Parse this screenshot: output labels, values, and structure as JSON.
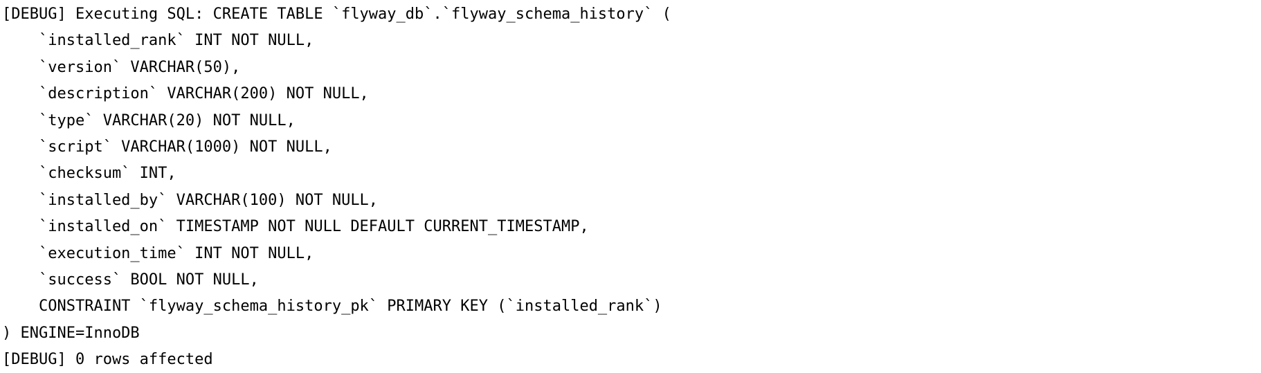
{
  "log": {
    "lines": [
      "[DEBUG] Executing SQL: CREATE TABLE `flyway_db`.`flyway_schema_history` (",
      "    `installed_rank` INT NOT NULL,",
      "    `version` VARCHAR(50),",
      "    `description` VARCHAR(200) NOT NULL,",
      "    `type` VARCHAR(20) NOT NULL,",
      "    `script` VARCHAR(1000) NOT NULL,",
      "    `checksum` INT,",
      "    `installed_by` VARCHAR(100) NOT NULL,",
      "    `installed_on` TIMESTAMP NOT NULL DEFAULT CURRENT_TIMESTAMP,",
      "    `execution_time` INT NOT NULL,",
      "    `success` BOOL NOT NULL,",
      "    CONSTRAINT `flyway_schema_history_pk` PRIMARY KEY (`installed_rank`)",
      ") ENGINE=InnoDB",
      "[DEBUG] 0 rows affected"
    ]
  }
}
